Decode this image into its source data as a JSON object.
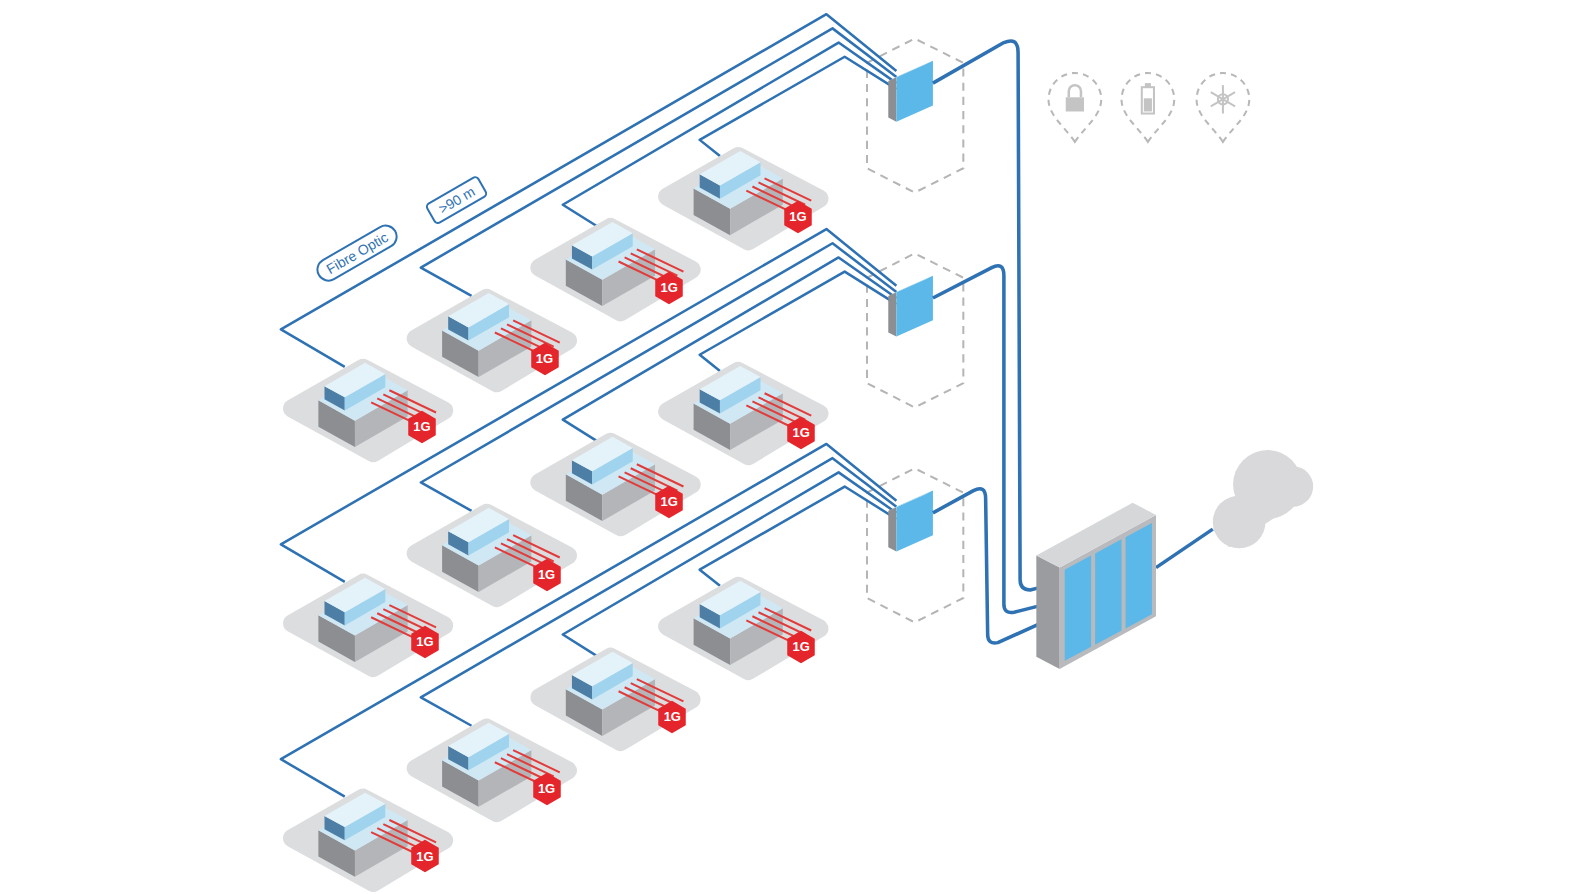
{
  "diagram": {
    "nodes": [
      {
        "text": [
          "Fibre Optic"
        ]
      },
      {
        "text": [
          ">90 m"
        ]
      },
      {
        "text": [
          "1G"
        ]
      },
      {
        "text": [
          "1G"
        ]
      },
      {
        "text": [
          "1G"
        ]
      },
      {
        "text": [
          "1G"
        ]
      },
      {
        "text": [
          "1G"
        ]
      },
      {
        "text": [
          "1G"
        ]
      },
      {
        "text": [
          "1G"
        ]
      },
      {
        "text": [
          "1G"
        ]
      },
      {
        "text": [
          "1G"
        ]
      },
      {
        "text": [
          "1G"
        ]
      },
      {
        "text": [
          "1G"
        ]
      },
      {
        "text": [
          "1G"
        ]
      }
    ]
  }
}
